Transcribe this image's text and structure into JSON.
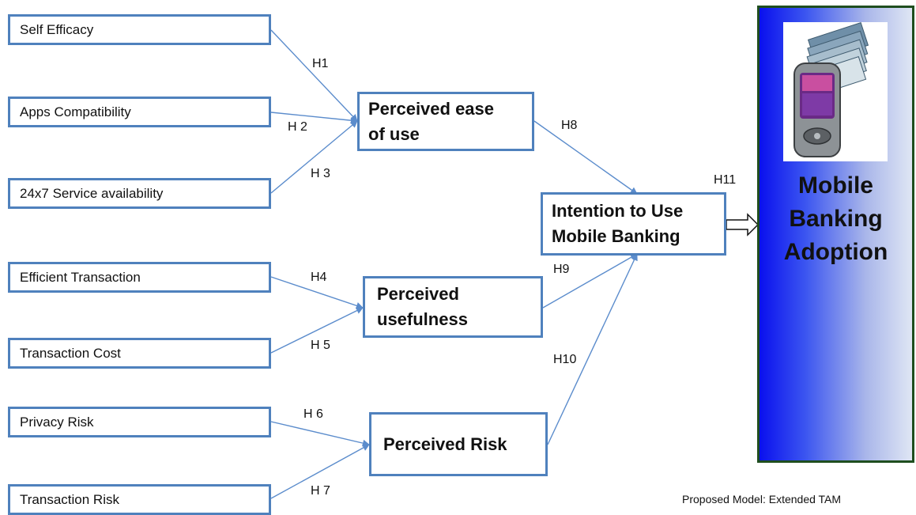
{
  "colors": {
    "box_border": "#4f81bd",
    "connector": "#5b8ccc",
    "panel_start": "#0a10ee",
    "panel_end": "#dfe6f4"
  },
  "factors": {
    "self_efficacy": "Self Efficacy",
    "apps_compatibility": "Apps Compatibility",
    "service_availability": "24x7 Service availability",
    "efficient_transaction": "Efficient Transaction",
    "transaction_cost": "Transaction Cost",
    "privacy_risk": "Privacy Risk",
    "transaction_risk": "Transaction Risk"
  },
  "constructs": {
    "ease_of_use_line1": "Perceived ease",
    "ease_of_use_line2": "of use",
    "usefulness_line1": "Perceived",
    "usefulness_line2": "usefulness",
    "risk": "Perceived Risk",
    "intention_line1": "Intention to Use",
    "intention_line2": "Mobile Banking"
  },
  "hypotheses": {
    "h1": "H1",
    "h2": "H 2",
    "h3": "H 3",
    "h4": "H4",
    "h5": "H 5",
    "h6": "H 6",
    "h7": "H 7",
    "h8": "H8",
    "h9": "H9",
    "h10": "H10",
    "h11": "H11"
  },
  "outcome": {
    "line1": "Mobile",
    "line2": "Banking",
    "line3": "Adoption",
    "icon": "phone-with-banknotes-icon"
  },
  "caption": "Proposed Model: Extended TAM"
}
